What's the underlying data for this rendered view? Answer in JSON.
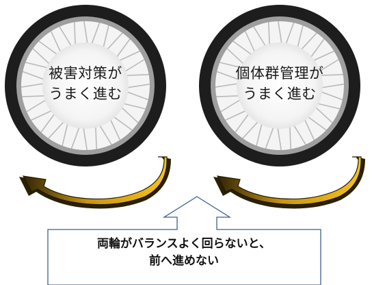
{
  "wheels": [
    {
      "line1": "被害対策が",
      "line2": "うまく進む"
    },
    {
      "line1": "個体群管理が",
      "line2": "うまく進む"
    }
  ],
  "callout": {
    "line1": "両輪がバランスよく回らないと、",
    "line2": "前へ進めない"
  },
  "colors": {
    "tire": "#1e1e1e",
    "rim": "#a8a8a8",
    "spoke": "#bdbdbd",
    "hub": "#f2f2f2",
    "arrow_light": "#f2b81c",
    "arrow_dark": "#3a2d08",
    "callout_border": "#3f5f8c"
  },
  "icons": [
    "rotation-arrow-icon",
    "up-arrow-icon"
  ]
}
